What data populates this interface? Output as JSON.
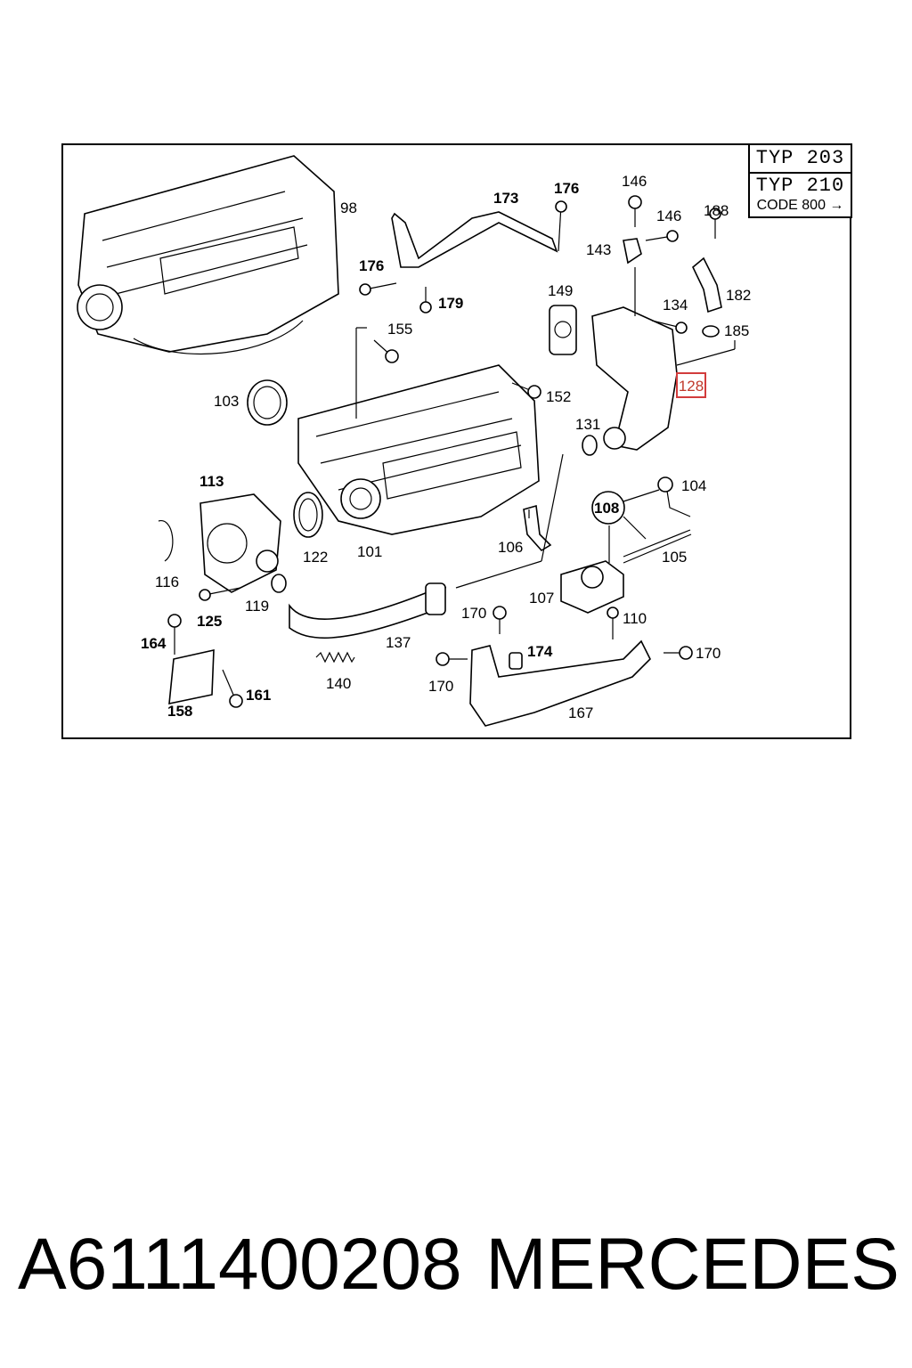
{
  "typ_box": {
    "typ1": "TYP 203",
    "typ2": "TYP 210",
    "code": "CODE 800 →"
  },
  "highlight_label": "128",
  "labels": {
    "l98": "98",
    "l173": "173",
    "l176a": "176",
    "l146a": "146",
    "l146b": "146",
    "l188": "188",
    "l143": "143",
    "l176b": "176",
    "l179": "179",
    "l149": "149",
    "l182": "182",
    "l134": "134",
    "l185": "185",
    "l155": "155",
    "l103": "103",
    "l152": "152",
    "l131": "131",
    "l113": "113",
    "l104": "104",
    "l108": "108",
    "l122": "122",
    "l101": "101",
    "l106": "106",
    "l105": "105",
    "l116": "116",
    "l107": "107",
    "l119": "119",
    "l125": "125",
    "l170a": "170",
    "l110": "110",
    "l164": "164",
    "l137": "137",
    "l174": "174",
    "l170b": "170",
    "l170c": "170",
    "l140": "140",
    "l161": "161",
    "l158": "158",
    "l167": "167"
  },
  "caption": {
    "part_number": "A6111400208",
    "brand": "MERCEDES"
  }
}
